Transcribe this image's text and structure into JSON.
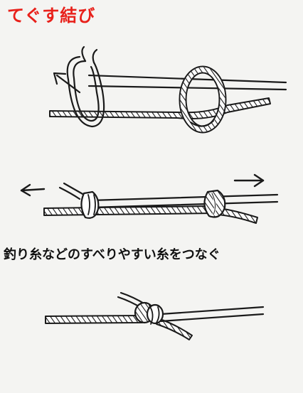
{
  "title": "てぐす結び",
  "caption": "釣り糸などのすべりやすい糸をつなぐ",
  "colors": {
    "title": "#e8201a",
    "ink": "#1a1a1a",
    "background": "#f4f4f2"
  },
  "figures": [
    {
      "name": "knot-diagram-step-1"
    },
    {
      "name": "knot-diagram-step-2"
    },
    {
      "name": "knot-diagram-step-3"
    }
  ]
}
